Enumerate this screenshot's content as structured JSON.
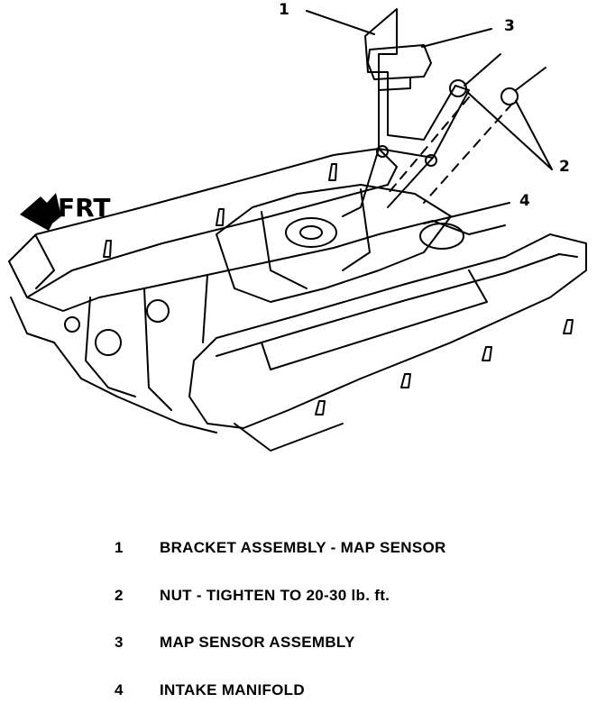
{
  "diagram": {
    "direction_label": "FRT",
    "callouts": [
      "1",
      "2",
      "3",
      "4"
    ]
  },
  "legend": [
    {
      "num": "1",
      "text": "BRACKET ASSEMBLY - MAP SENSOR"
    },
    {
      "num": "2",
      "text": "NUT - TIGHTEN TO 20-30 lb. ft."
    },
    {
      "num": "3",
      "text": "MAP SENSOR ASSEMBLY"
    },
    {
      "num": "4",
      "text": "INTAKE MANIFOLD"
    }
  ]
}
